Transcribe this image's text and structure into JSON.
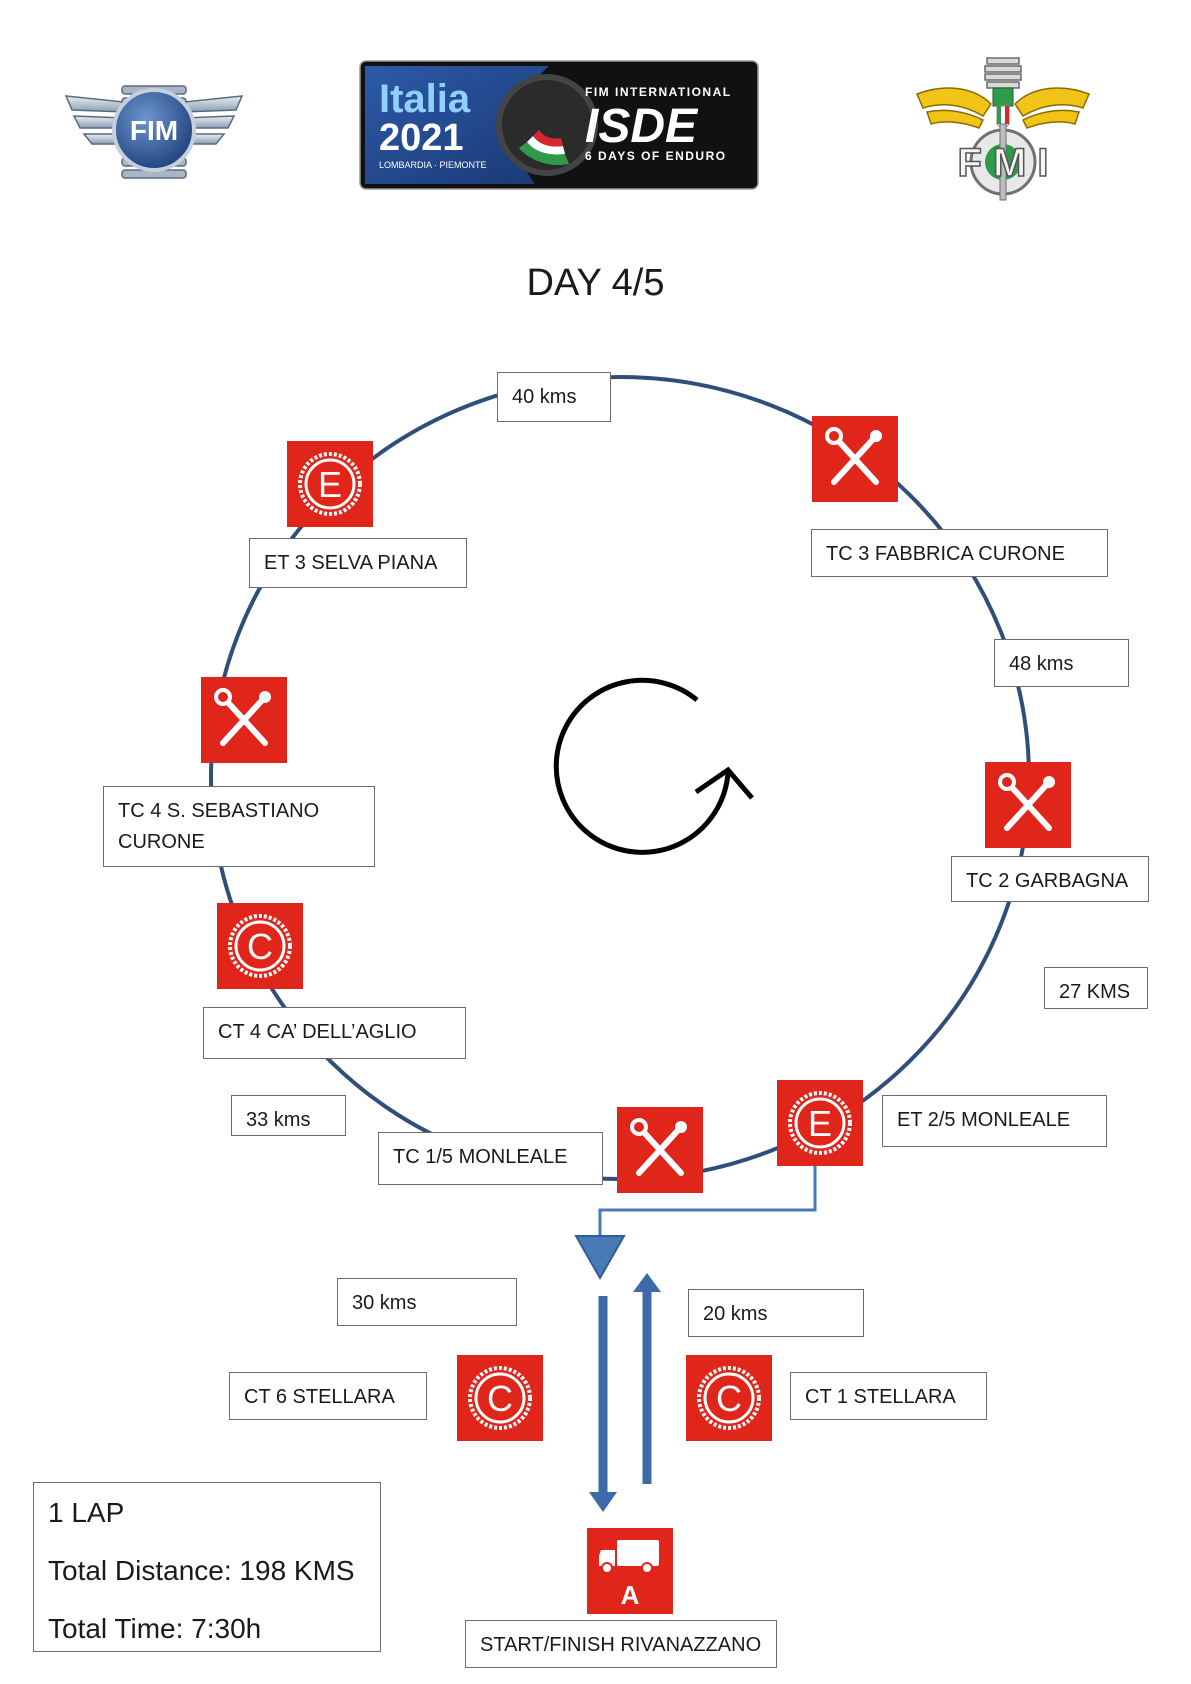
{
  "header": {
    "event_logo_lines": [
      "Italia",
      "2021",
      "LOMBARDIA · PIEMONTE",
      "FIM INTERNATIONAL",
      "ISDE",
      "6 DAYS OF ENDURO"
    ],
    "fim_logo_text": "FIM",
    "fmi_logo_text": "F M I"
  },
  "title": "DAY 4/5",
  "labels": {
    "km40": "40 kms",
    "et3": "ET 3 SELVA PIANA",
    "tc3": "TC 3 FABBRICA CURONE",
    "km48": "48 kms",
    "tc4_line1": "TC 4 S. SEBASTIANO",
    "tc4_line2": "CURONE",
    "tc2": "TC 2 GARBAGNA",
    "km27": "27 KMS",
    "ct4": "CT 4 CA’ DELL’AGLIO",
    "km33": "33 kms",
    "tc15": "TC 1/5 MONLEALE",
    "et25": "ET 2/5 MONLEALE",
    "km30": "30 kms",
    "km20": "20 kms",
    "ct6": "CT 6 STELLARA",
    "ct1": "CT 1 STELLARA",
    "start_finish": "START/FINISH RIVANAZZANO"
  },
  "signs": {
    "et_letter": "E",
    "ct_letter": "C",
    "truck_letter": "A"
  },
  "summary": {
    "laps": "1 LAP",
    "distance": "Total Distance: 198 KMS",
    "time": "Total Time: 7:30h"
  },
  "colors": {
    "route_line": "#2f4f7a",
    "arrow": "#4a7ab5",
    "sign_red": "#e0251b",
    "sign_white": "#ffffff",
    "border": "#6b6b6b"
  }
}
